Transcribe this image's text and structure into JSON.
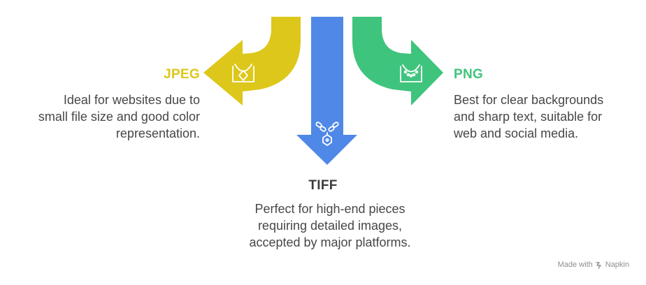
{
  "colors": {
    "jpeg": "#ddc71a",
    "tiff": "#4f88e6",
    "png": "#3fc47d",
    "icon_stroke": "#ffffff",
    "text": "#474747",
    "label_text": "#3b3b3b",
    "watermark": "#8e8e8e"
  },
  "branches": [
    {
      "id": "jpeg",
      "label": "JPEG",
      "icon": "necklace-icon",
      "description": [
        "Ideal for websites due to",
        "small file size and good color",
        "representation."
      ]
    },
    {
      "id": "tiff",
      "label": "TIFF",
      "icon": "chain-pendant-icon",
      "description": [
        "Perfect for high-end pieces",
        "requiring detailed images,",
        "accepted by major platforms."
      ]
    },
    {
      "id": "png",
      "label": "PNG",
      "icon": "pearl-necklace-icon",
      "description": [
        "Best for clear backgrounds",
        "and sharp text, suitable for",
        "web and social media."
      ]
    }
  ],
  "watermark": {
    "prefix": "Made with",
    "brand": "Napkin",
    "icon": "napkin-logo-icon"
  }
}
